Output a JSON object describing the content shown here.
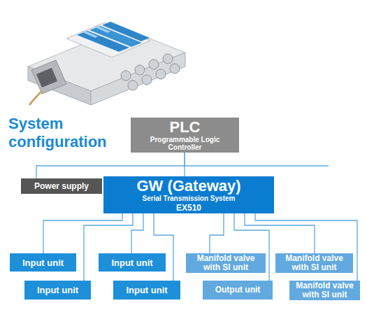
{
  "diagram": {
    "title": "System configuration",
    "nodes": [
      {
        "text": [
          "PLC",
          "Programmable Logic Controller"
        ]
      },
      {
        "text": [
          "Power supply"
        ]
      },
      {
        "text": [
          "GW (Gateway)",
          "Serial Transmission System",
          "EX510"
        ]
      },
      {
        "text": [
          "Input unit"
        ]
      },
      {
        "text": [
          "Input unit"
        ]
      },
      {
        "text": [
          "Manifold valve with SI unit"
        ]
      },
      {
        "text": [
          "Manifold valve with SI unit"
        ]
      },
      {
        "text": [
          "Input unit"
        ]
      },
      {
        "text": [
          "Input unit"
        ]
      },
      {
        "text": [
          "Output unit"
        ]
      },
      {
        "text": [
          "Manifold valve with SI unit"
        ]
      }
    ],
    "edges": [
      {
        "from": 0,
        "to": 2,
        "arrow": "none"
      },
      {
        "from": 0,
        "to": 1,
        "arrow": "none"
      },
      {
        "from": 2,
        "to": 3,
        "arrow": "none"
      },
      {
        "from": 2,
        "to": 4,
        "arrow": "none"
      },
      {
        "from": 2,
        "to": 5,
        "arrow": "none"
      },
      {
        "from": 2,
        "to": 6,
        "arrow": "none"
      },
      {
        "from": 2,
        "to": 7,
        "arrow": "none"
      },
      {
        "from": 2,
        "to": 8,
        "arrow": "none"
      },
      {
        "from": 2,
        "to": 9,
        "arrow": "none"
      },
      {
        "from": 2,
        "to": 10,
        "arrow": "none"
      }
    ]
  }
}
